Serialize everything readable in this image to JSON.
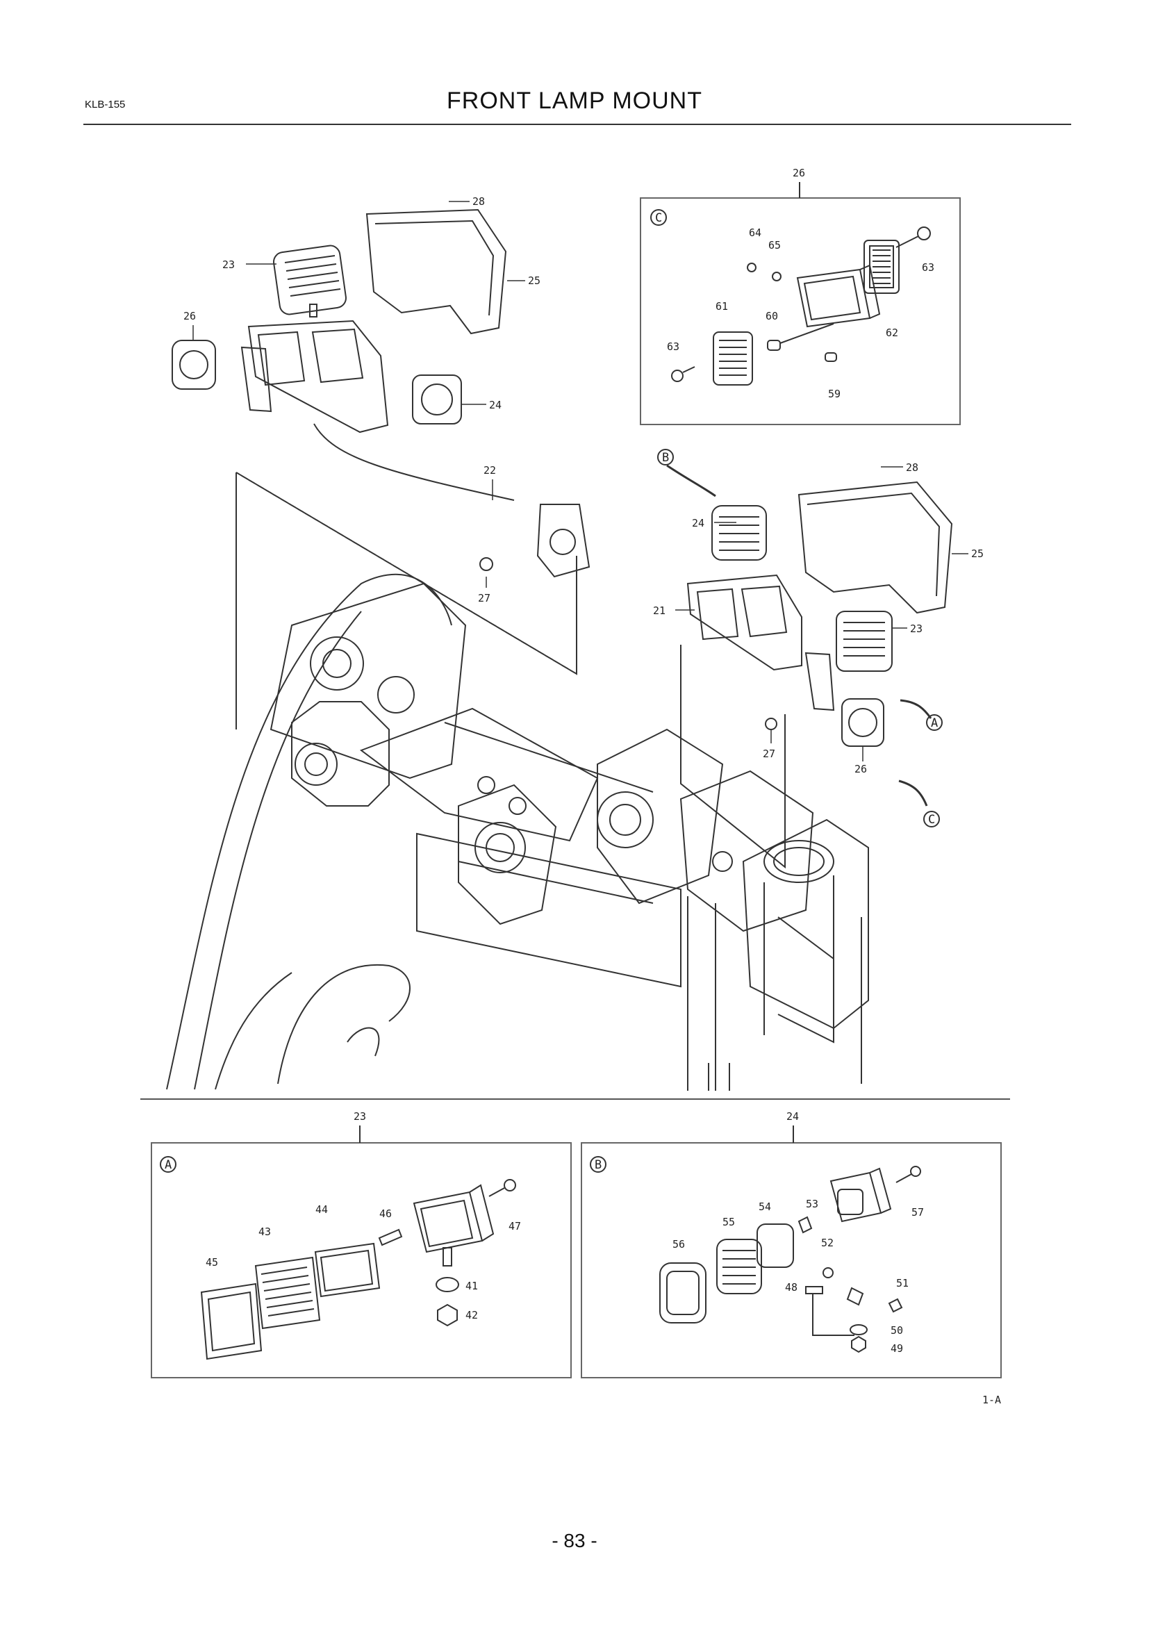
{
  "header": {
    "code": "KLB-155",
    "title": "FRONT LAMP MOUNT"
  },
  "footer": {
    "page": "- 83 -",
    "figure_ref": "1-A"
  },
  "insets": [
    {
      "id": "C",
      "ref": "26",
      "parts": [
        "64",
        "65",
        "63",
        "61",
        "60",
        "63",
        "62",
        "59"
      ]
    },
    {
      "id": "A",
      "ref": "23",
      "parts": [
        "44",
        "46",
        "47",
        "43",
        "45",
        "41",
        "42"
      ]
    },
    {
      "id": "B",
      "ref": "24",
      "parts": [
        "54",
        "53",
        "57",
        "55",
        "56",
        "52",
        "48",
        "51",
        "50",
        "49"
      ]
    }
  ],
  "callouts": {
    "main_left": [
      "28",
      "23",
      "25",
      "26",
      "24",
      "22",
      "27"
    ],
    "main_right": [
      "28",
      "24",
      "25",
      "21",
      "23",
      "27",
      "26"
    ],
    "pointers": [
      "B",
      "A",
      "C"
    ]
  }
}
